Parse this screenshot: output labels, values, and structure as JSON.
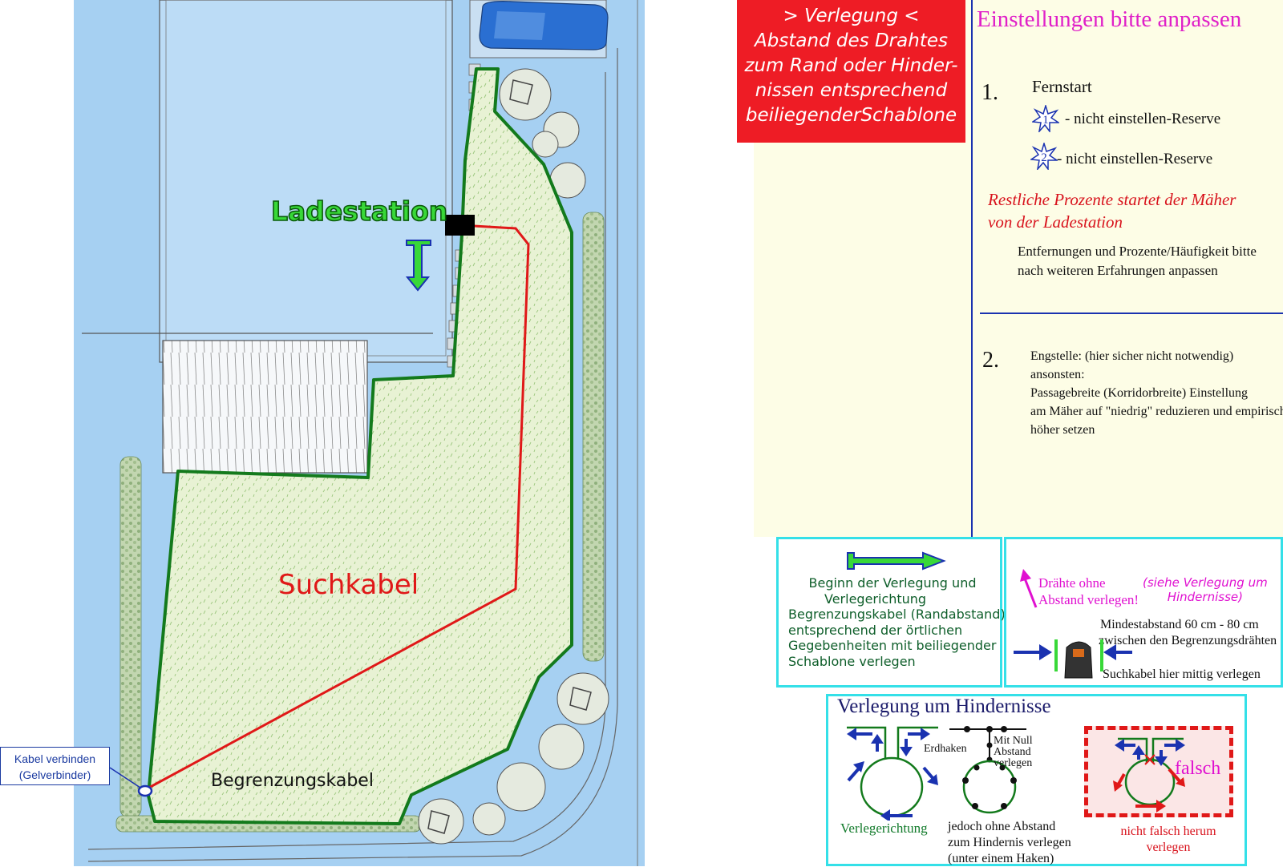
{
  "plan": {
    "labels": {
      "ladestation": "Ladestation",
      "suchkabel": "Suchkabel",
      "begrenzungskabel": "Begrenzungskabel",
      "kabel_verbinden": "Kabel verbinden",
      "gelverbinder": "(Gelverbinder)"
    },
    "colors": {
      "background": "#a6d0f2",
      "lawn": "#e9f3d6",
      "boundary_wire": "#137a1c",
      "guide_wire": "#e01818",
      "station": "#000000",
      "car": "#2a6fd2"
    }
  },
  "panel": {
    "red_box": [
      "> Verlegung <",
      "Abstand des Drahtes",
      "zum Rand oder Hinder-",
      "nissen entsprechend",
      "beiliegenderSchablone"
    ],
    "title": "Einstellungen bitte anpassen",
    "section1": {
      "number": "1.",
      "heading": "Fernstart",
      "items": [
        {
          "badge": "1",
          "text": "- nicht einstellen-Reserve"
        },
        {
          "badge": "2",
          "text": "- nicht einstellen-Reserve"
        }
      ],
      "note_red": [
        "Restliche Prozente  startet der Mäher",
        "von der Ladestation"
      ],
      "note": [
        "Entfernungen und Prozente/Häufigkeit bitte",
        "nach weiteren Erfahrungen anpassen"
      ]
    },
    "section2": {
      "number": "2.",
      "lines": [
        "Engstelle: (hier sicher nicht notwendig)",
        "ansonsten:",
        "Passagebreite (Korridorbreite) Einstellung",
        "am Mäher auf \"niedrig\" reduzieren und empirisch",
        "höher setzen"
      ]
    },
    "legend_start": {
      "lines": [
        "Beginn der Verlegung und",
        "Verlegerichtung",
        "Begrenzungskabel (Randabstand)",
        "entsprechend der örtlichen",
        "Gegebenheiten mit beiliegender",
        "Schablone verlegen"
      ]
    },
    "legend_wires": {
      "drahte": [
        "Drähte ohne",
        "Abstand verlegen!"
      ],
      "siehe": [
        "(siehe Verlegung um",
        "Hindernisse)"
      ],
      "mindest": [
        "Mindestabstand 60 cm - 80 cm",
        "zwischen den Begrenzungsdrähten"
      ],
      "such": "Suchkabel hier mittig verlegen"
    },
    "obstacles": {
      "title": "Verlegung um Hindernisse",
      "verlegerichtung": "Verlegerichtung",
      "erdhaken": "Erdhaken",
      "mit_null": [
        "Mit Null",
        "Abstand",
        "verlegen"
      ],
      "jedoch": [
        "jedoch ohne Abstand",
        "zum Hindernis verlegen",
        "(unter einem Haken)"
      ],
      "falsch": "falsch",
      "nicht_falsch": [
        "nicht falsch herum",
        "verlegen"
      ]
    }
  }
}
